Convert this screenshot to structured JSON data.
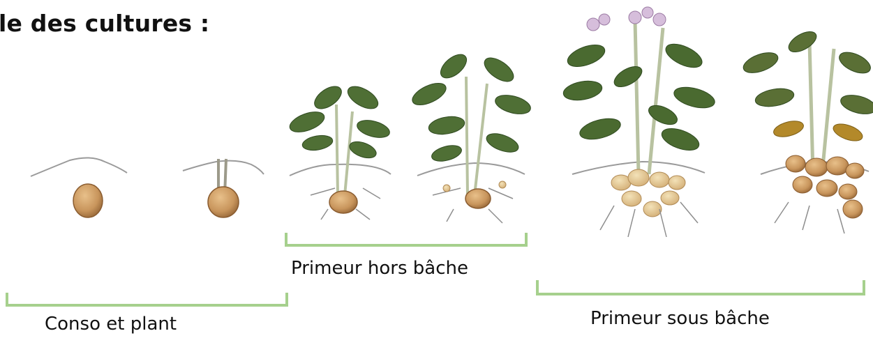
{
  "title": "le des cultures :",
  "stages": [
    {
      "label": "Conso et plant"
    },
    {
      "label": "Primeur hors bâche"
    },
    {
      "label": "Primeur sous bâche"
    }
  ],
  "colors": {
    "bracket": "#a6d08d",
    "leaf": "#5f7f3f",
    "tuber": "#c8955c",
    "flower": "#c9a6c9"
  },
  "icons": [
    "tuber-icon",
    "sprouted-tuber-icon",
    "young-plant-icon",
    "flowering-plant-icon"
  ]
}
